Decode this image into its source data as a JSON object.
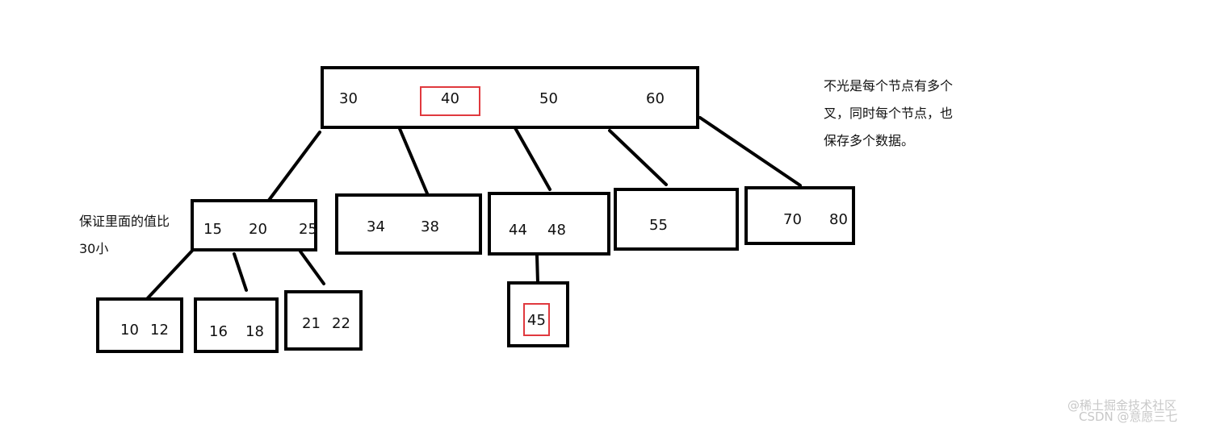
{
  "diagram": {
    "root": {
      "keys": [
        "30",
        "40",
        "50",
        "60"
      ],
      "highlighted_key": "40"
    },
    "level1": [
      {
        "keys": [
          "15",
          "20",
          "25"
        ]
      },
      {
        "keys": [
          "34",
          "38"
        ]
      },
      {
        "keys": [
          "44",
          "48"
        ]
      },
      {
        "keys": [
          "55"
        ]
      },
      {
        "keys": [
          "70",
          "80"
        ]
      }
    ],
    "level2": [
      {
        "keys": [
          "10",
          "12"
        ]
      },
      {
        "keys": [
          "16",
          "18"
        ]
      },
      {
        "keys": [
          "21",
          "22"
        ]
      },
      {
        "keys": [
          "45"
        ],
        "highlighted_key": "45"
      }
    ],
    "notes": {
      "left_line1": "保证里面的值比",
      "left_line2": "30小",
      "right_line1": "不光是每个节点有多个",
      "right_line2": "叉，同时每个节点，也",
      "right_line3": "保存多个数据。"
    },
    "highlight_color": "#e0393e"
  },
  "watermark": {
    "line1": "@稀土掘金技术社区",
    "line2": "CSDN @意愿三七"
  }
}
